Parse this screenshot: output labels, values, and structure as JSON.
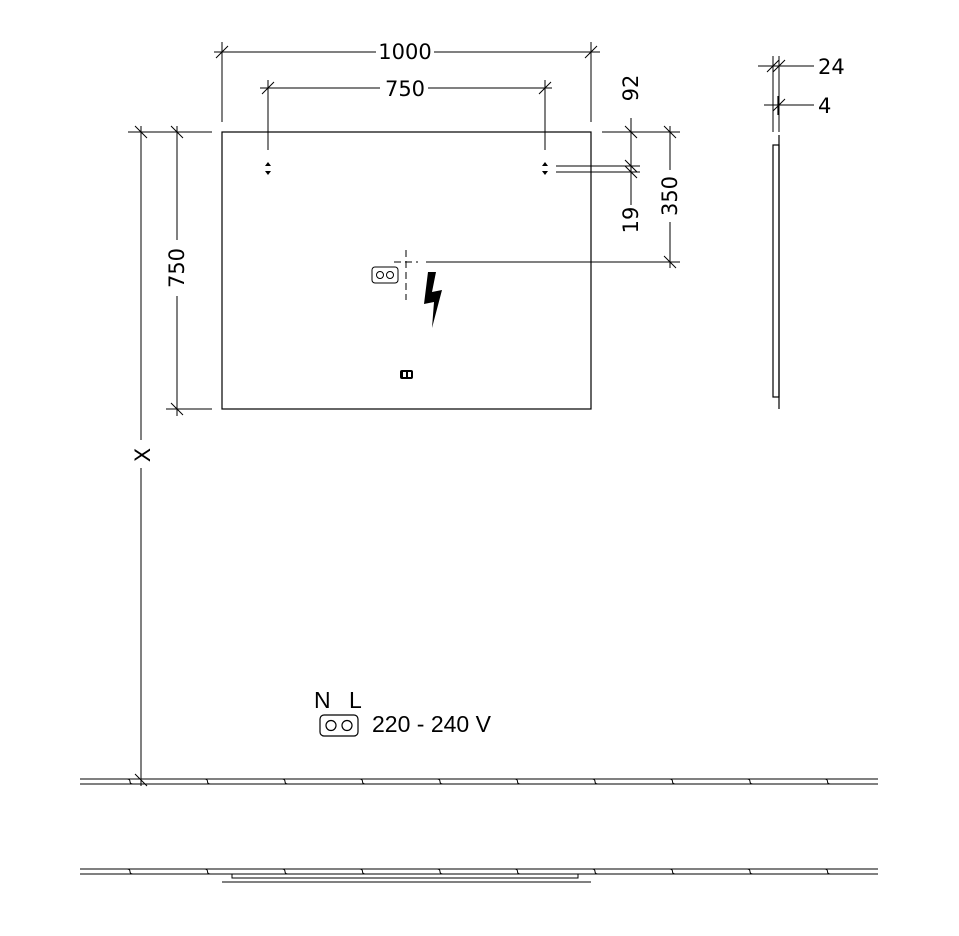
{
  "dimensions": {
    "mirror_width": "1000",
    "hanger_spacing": "750",
    "mirror_height": "750",
    "hanger_offset_top": "92",
    "socket_offset_top": "350",
    "hanger_size": "19",
    "depth_total": "24",
    "depth_glass": "4",
    "mount_height": "X"
  },
  "electrical": {
    "neutral": "N",
    "live": "L",
    "voltage": "220 - 240 V"
  },
  "icons": {
    "power": "lightning-bolt-icon",
    "socket": "power-socket-icon",
    "switch": "sensor-switch-icon"
  }
}
